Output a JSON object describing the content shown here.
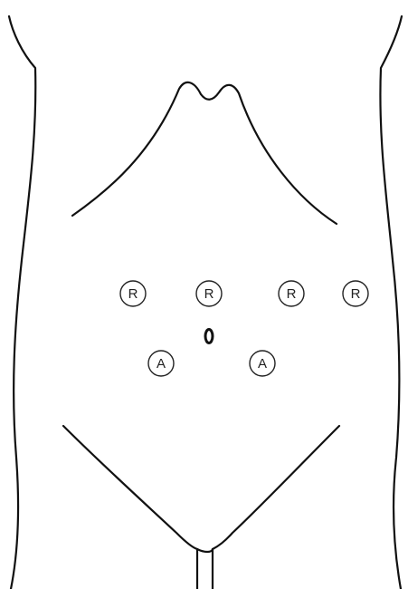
{
  "diagram": {
    "ports": [
      {
        "label": "R"
      },
      {
        "label": "R"
      },
      {
        "label": "R"
      },
      {
        "label": "R"
      },
      {
        "label": "A"
      },
      {
        "label": "A"
      }
    ]
  }
}
